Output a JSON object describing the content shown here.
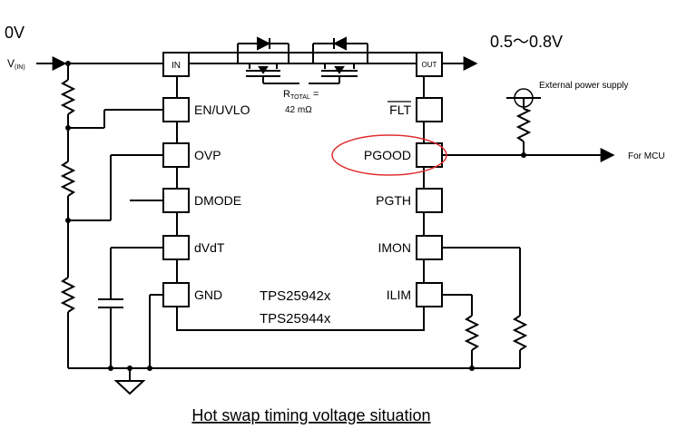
{
  "labels": {
    "input_voltage": "0V",
    "output_voltage": "0.5〜0.8V",
    "vin_main": "V",
    "vin_sub": "(IN)",
    "rtotal_main": "R",
    "rtotal_sub": "TOTAL",
    "rtotal_eq": " =",
    "rtotal_value": "42 mΩ",
    "external_supply": "External power supply",
    "for_mcu": "For MCU",
    "caption": "Hot swap timing voltage situation"
  },
  "chip": {
    "part_1": "TPS25942x",
    "part_2": "TPS25944x",
    "left_pins": [
      "IN",
      "EN/UVLO",
      "OVP",
      "DMODE",
      "dVdT",
      "GND"
    ],
    "right_pins": [
      "OUT",
      "FLT",
      "PGOOD",
      "PGTH",
      "IMON",
      "ILIM"
    ]
  },
  "highlight_color": "#e03030"
}
